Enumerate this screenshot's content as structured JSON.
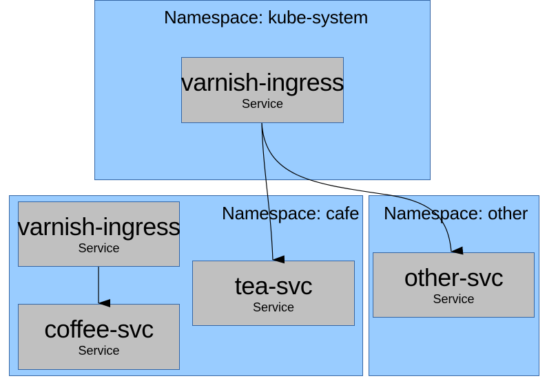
{
  "namespaces": {
    "kube_system": {
      "label": "Namespace: kube-system"
    },
    "cafe": {
      "label": "Namespace: cafe"
    },
    "other": {
      "label": "Namespace: other"
    }
  },
  "services": {
    "ingress_top": {
      "name": "varnish-ingress",
      "kind": "Service"
    },
    "ingress_cafe": {
      "name": "varnish-ingress",
      "kind": "Service"
    },
    "coffee": {
      "name": "coffee-svc",
      "kind": "Service"
    },
    "tea": {
      "name": "tea-svc",
      "kind": "Service"
    },
    "other": {
      "name": "other-svc",
      "kind": "Service"
    }
  },
  "edges": [
    {
      "from": "varnish-ingress (kube-system)",
      "to": "tea-svc"
    },
    {
      "from": "varnish-ingress (kube-system)",
      "to": "other-svc"
    },
    {
      "from": "varnish-ingress (cafe)",
      "to": "coffee-svc"
    }
  ],
  "colors": {
    "namespace_fill": "#99ccff",
    "service_fill": "#c0c0c0",
    "border": "#3465a4",
    "edge": "#000000"
  }
}
